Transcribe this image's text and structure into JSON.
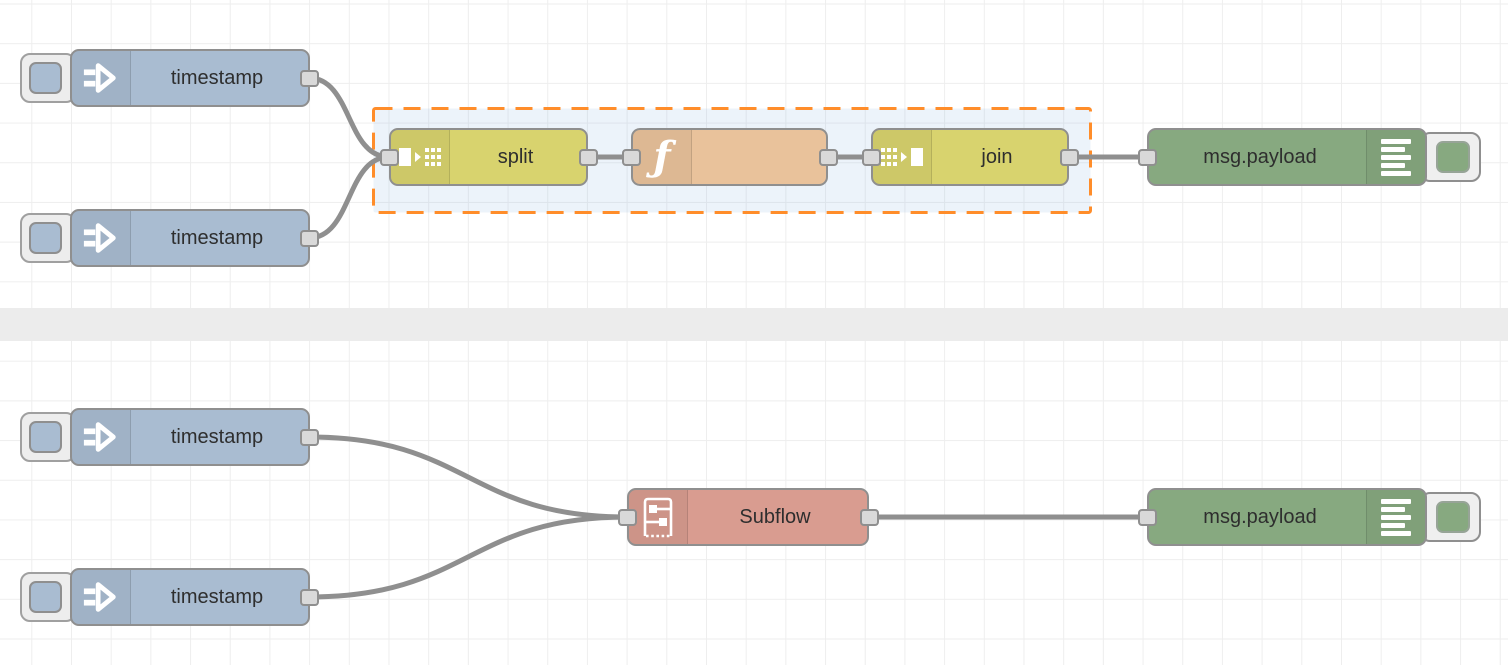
{
  "app_context": "flow-editor-canvas",
  "palette": {
    "inject_fill": "#a9bcd1",
    "split_join_fill": "#d8d36e",
    "function_fill": "#e9c29b",
    "debug_fill": "#87a980",
    "subflow_fill": "#d99c90",
    "node_border": "#8f8f8f",
    "wire_color": "#8f8f8f",
    "port_fill": "#d9d9d9",
    "selection_outline": "#ff8d2a",
    "selection_fill": "rgba(108,160,220,0.13)",
    "grid_line": "#eeeeee",
    "divider_band": "#ececec"
  },
  "top_flow": {
    "inject_a": {
      "label": "timestamp",
      "icon": "inject-arrow-icon"
    },
    "inject_b": {
      "label": "timestamp",
      "icon": "inject-arrow-icon"
    },
    "split": {
      "label": "split",
      "icon": "split-icon"
    },
    "function": {
      "label": "",
      "icon": "function-f-icon"
    },
    "join": {
      "label": "join",
      "icon": "join-icon"
    },
    "debug": {
      "label": "msg.payload",
      "icon": "debug-list-icon"
    },
    "selection": {
      "contains": [
        "split",
        "function",
        "join"
      ],
      "style": "dashed-orange"
    }
  },
  "bottom_flow": {
    "inject_a": {
      "label": "timestamp",
      "icon": "inject-arrow-icon"
    },
    "inject_b": {
      "label": "timestamp",
      "icon": "inject-arrow-icon"
    },
    "subflow": {
      "label": "Subflow",
      "icon": "subflow-icon"
    },
    "debug": {
      "label": "msg.payload",
      "icon": "debug-list-icon"
    }
  }
}
